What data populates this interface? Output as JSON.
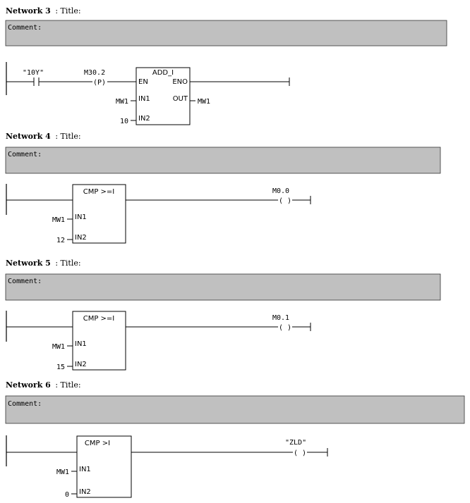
{
  "networks": [
    {
      "label": "Network 3",
      "title": ": Title:",
      "comment": "Comment:",
      "contact_tag": "\"10Y\"",
      "edge_tag": "M30.2",
      "edge_symbol": "(P)",
      "block": {
        "name": "ADD_I",
        "en": "EN",
        "eno": "ENO",
        "in1": "IN1",
        "in2": "IN2",
        "out": "OUT"
      },
      "in1_value": "MW1",
      "in2_value": "10",
      "out_value": "MW1"
    },
    {
      "label": "Network 4",
      "title": ": Title:",
      "comment": "Comment:",
      "block": {
        "name": "CMP >=I",
        "in1": "IN1",
        "in2": "IN2"
      },
      "in1_value": "MW1",
      "in2_value": "12",
      "coil_tag": "M0.0",
      "coil_symbol": "( )"
    },
    {
      "label": "Network 5",
      "title": ": Title:",
      "comment": "Comment:",
      "block": {
        "name": "CMP >=I",
        "in1": "IN1",
        "in2": "IN2"
      },
      "in1_value": "MW1",
      "in2_value": "15",
      "coil_tag": "M0.1",
      "coil_symbol": "( )"
    },
    {
      "label": "Network 6",
      "title": ": Title:",
      "comment": "Comment:",
      "block": {
        "name": "CMP >I",
        "in1": "IN1",
        "in2": "IN2"
      },
      "in1_value": "MW1",
      "in2_value": "0",
      "coil_tag": "\"ZLD\"",
      "coil_symbol": "( )"
    }
  ]
}
